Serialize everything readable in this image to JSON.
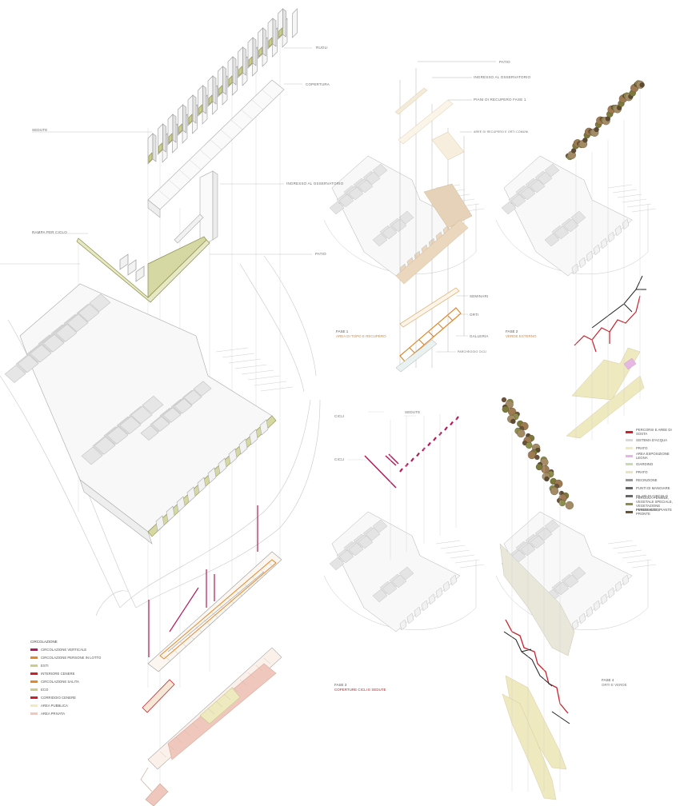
{
  "colors": {
    "line": "#b9b9b9",
    "fill_gray": "#e6e6e6",
    "olive": "#c9cc8a",
    "olive_dark": "#8c8f4a",
    "tan": "#e5d2b8",
    "orange": "#e0892e",
    "red": "#c8232c",
    "magenta": "#b2195c",
    "pink": "#f0c7bd",
    "yellow_pale": "#eee9bf",
    "brown": "#6a5238"
  },
  "main_labels": {
    "ruoli": "RUOLI",
    "copertura": "COPERTURA",
    "sedute": "SEDUTE",
    "ingresso_osservatorio": "INGRESSO AL OSSERVATORIO",
    "rampa_ciclo": "RAMPA PER CICLO",
    "patio": "PATIO"
  },
  "phase1": {
    "num": "FASE 1",
    "title": "AREA DI TOPO E RECUPERO",
    "labels": {
      "patio": "PATIO",
      "ingresso": "INGRESSO AL OSSERVATORIO",
      "recupero": "PIANI DI RECUPERO FASE 1",
      "orto": "AREE DI RECUPERO E ORTI COMUNI",
      "seminari": "SEMINARI",
      "orti": "ORTI",
      "galleria": "GALLERIA",
      "parcheggio": "PARCHEGGIO CICLI"
    }
  },
  "phase2": {
    "num": "FASE 2",
    "title": "VERDE ESTERNO"
  },
  "phase3": {
    "num": "FASE 3",
    "title": "COPERTURE CICLI E SEDUTE",
    "labels": {
      "sedute": "SEDUTE",
      "cicli_top": "CICLI",
      "cicli_left": "CICLI"
    }
  },
  "phase4": {
    "num": "FASE 4",
    "title": "ORTI E VERDE"
  },
  "legend_right": {
    "items": [
      {
        "label": "PERCORSI E AREE DI SOSTA",
        "swatch": "#c8232c"
      },
      {
        "label": "SISTEMA D'ACQUA",
        "swatch": "#d9d9d9"
      },
      {
        "label": "PRATO",
        "swatch": "#eee9bf"
      },
      {
        "label": "AREA ESPOSIZIONE LEGNA",
        "swatch": "#e7b7e3"
      },
      {
        "label": "GIARDINO",
        "swatch": "#c9d9b2"
      },
      {
        "label": "PRATO",
        "swatch": "#e9e3c6"
      },
      {
        "label": "RECINZIONE",
        "swatch": "#999999"
      },
      {
        "label": "PUNTI DI MANGIARE",
        "swatch": "#666666"
      },
      {
        "label": "PILARI DI CIRCOLO",
        "swatch": "#666666"
      },
      {
        "label": "PERGOLA PENSILE, VEGETALE SPECIALE, VEGETAZIONE PERMANENTE",
        "swatch": "#8c8f4a"
      },
      {
        "label": "PIANTE ALTE, PIANTE PRONTE",
        "swatch": "#6a5238"
      }
    ]
  },
  "legend_left": {
    "title": "CIRCOLAZIONE",
    "items": [
      {
        "label": "CIRCOLAZIONE VERTICALE",
        "swatch": "#b2195c"
      },
      {
        "label": "CIRCOLAZIONE PERSONE IN LOTTO",
        "swatch": "#e0892e"
      },
      {
        "label": "ESTI",
        "swatch": "#c9cc8a"
      },
      {
        "label": "INTERIORE CENERE",
        "swatch": "#c8232c"
      },
      {
        "label": "CIRCOLAZIONE SALITA",
        "swatch": "#e0892e"
      },
      {
        "label": "ECO",
        "swatch": "#c9cc8a"
      },
      {
        "label": "CORRIDOIO CENERE",
        "swatch": "#c8232c"
      },
      {
        "label": "AREA PUBBLICA",
        "swatch": "#eee9bf"
      },
      {
        "label": "AREA PRIVATA",
        "swatch": "#f0c7bd"
      }
    ]
  }
}
